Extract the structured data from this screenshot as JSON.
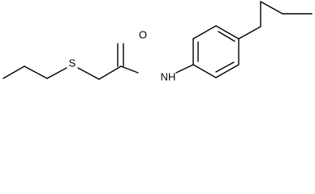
{
  "molecule": {
    "atom_labels": {
      "sulfur": "S",
      "oxygen": "O",
      "nitrogen_hydrogen": "NH"
    },
    "colors": {
      "bond": "#000000",
      "label": "#000000",
      "background": "#ffffff"
    }
  }
}
